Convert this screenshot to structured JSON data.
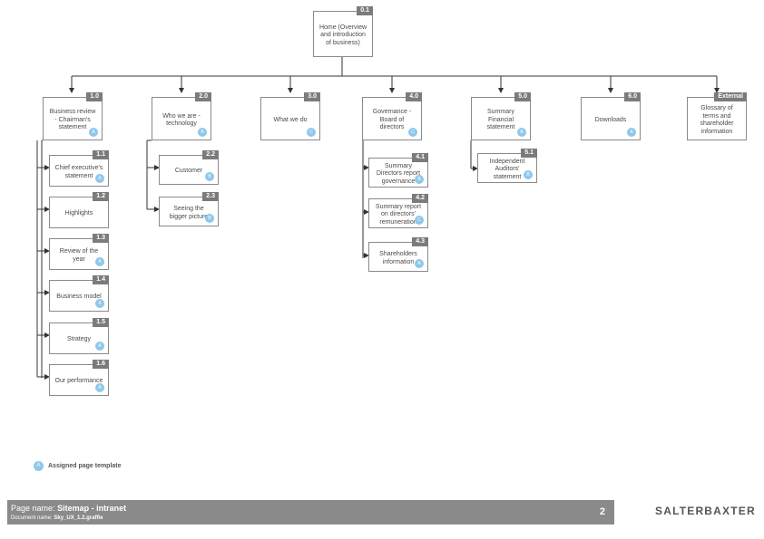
{
  "nodes": {
    "n01": {
      "label": "Home (Overview and introduction of business)",
      "tag": "0.1"
    },
    "n10": {
      "label": "Business review - Chairman's statement",
      "tag": "1.0",
      "icon": "A"
    },
    "n20": {
      "label": "Who we are - technology",
      "tag": "2.0",
      "icon": "B"
    },
    "n30": {
      "label": "What we do",
      "tag": "3.0",
      "icon": "C"
    },
    "n40": {
      "label": "Governance - Board of directors",
      "tag": "4.0",
      "icon": "C"
    },
    "n50": {
      "label": "Summary Financial statement",
      "tag": "5.0",
      "icon": "B"
    },
    "n60": {
      "label": "Downloads",
      "tag": "6.0",
      "icon": "A"
    },
    "next": {
      "label": "Glossary of terms and shareholder information",
      "tag": "External"
    },
    "n11": {
      "label": "Chief executive's statement",
      "tag": "1.1",
      "icon": "A"
    },
    "n12": {
      "label": "Highlights",
      "tag": "1.2"
    },
    "n13": {
      "label": "Review of the year",
      "tag": "1.3",
      "icon": "A"
    },
    "n14": {
      "label": "Business model",
      "tag": "1.4",
      "icon": "A"
    },
    "n15": {
      "label": "Strategy",
      "tag": "1.5",
      "icon": "A"
    },
    "n16": {
      "label": "Our performance",
      "tag": "1.6",
      "icon": "A"
    },
    "n22": {
      "label": "Customer",
      "tag": "2.2",
      "icon": "B"
    },
    "n23": {
      "label": "Seeing the bigger picture",
      "tag": "2.3",
      "icon": "B"
    },
    "n41": {
      "label": "Summary Directors report governance",
      "tag": "4.1",
      "icon": "B"
    },
    "n42": {
      "label": "Summary report on directors' remuneration",
      "tag": "4.2",
      "icon": "C"
    },
    "n43": {
      "label": "Shareholders information",
      "tag": "4.3",
      "icon": "A"
    },
    "n51": {
      "label": "Independent Auditors' statement",
      "tag": "5.1",
      "icon": "B"
    }
  },
  "legend": {
    "icon": "A",
    "label": "Assigned page template"
  },
  "footer": {
    "page_name_prefix": "Page name:",
    "page_name": "Sitemap - intranet",
    "doc_name_prefix": "Document name:",
    "doc_name": "Sky_UX_1.2.graffle",
    "page_number": "2"
  },
  "brand": "SALTERBAXTER"
}
